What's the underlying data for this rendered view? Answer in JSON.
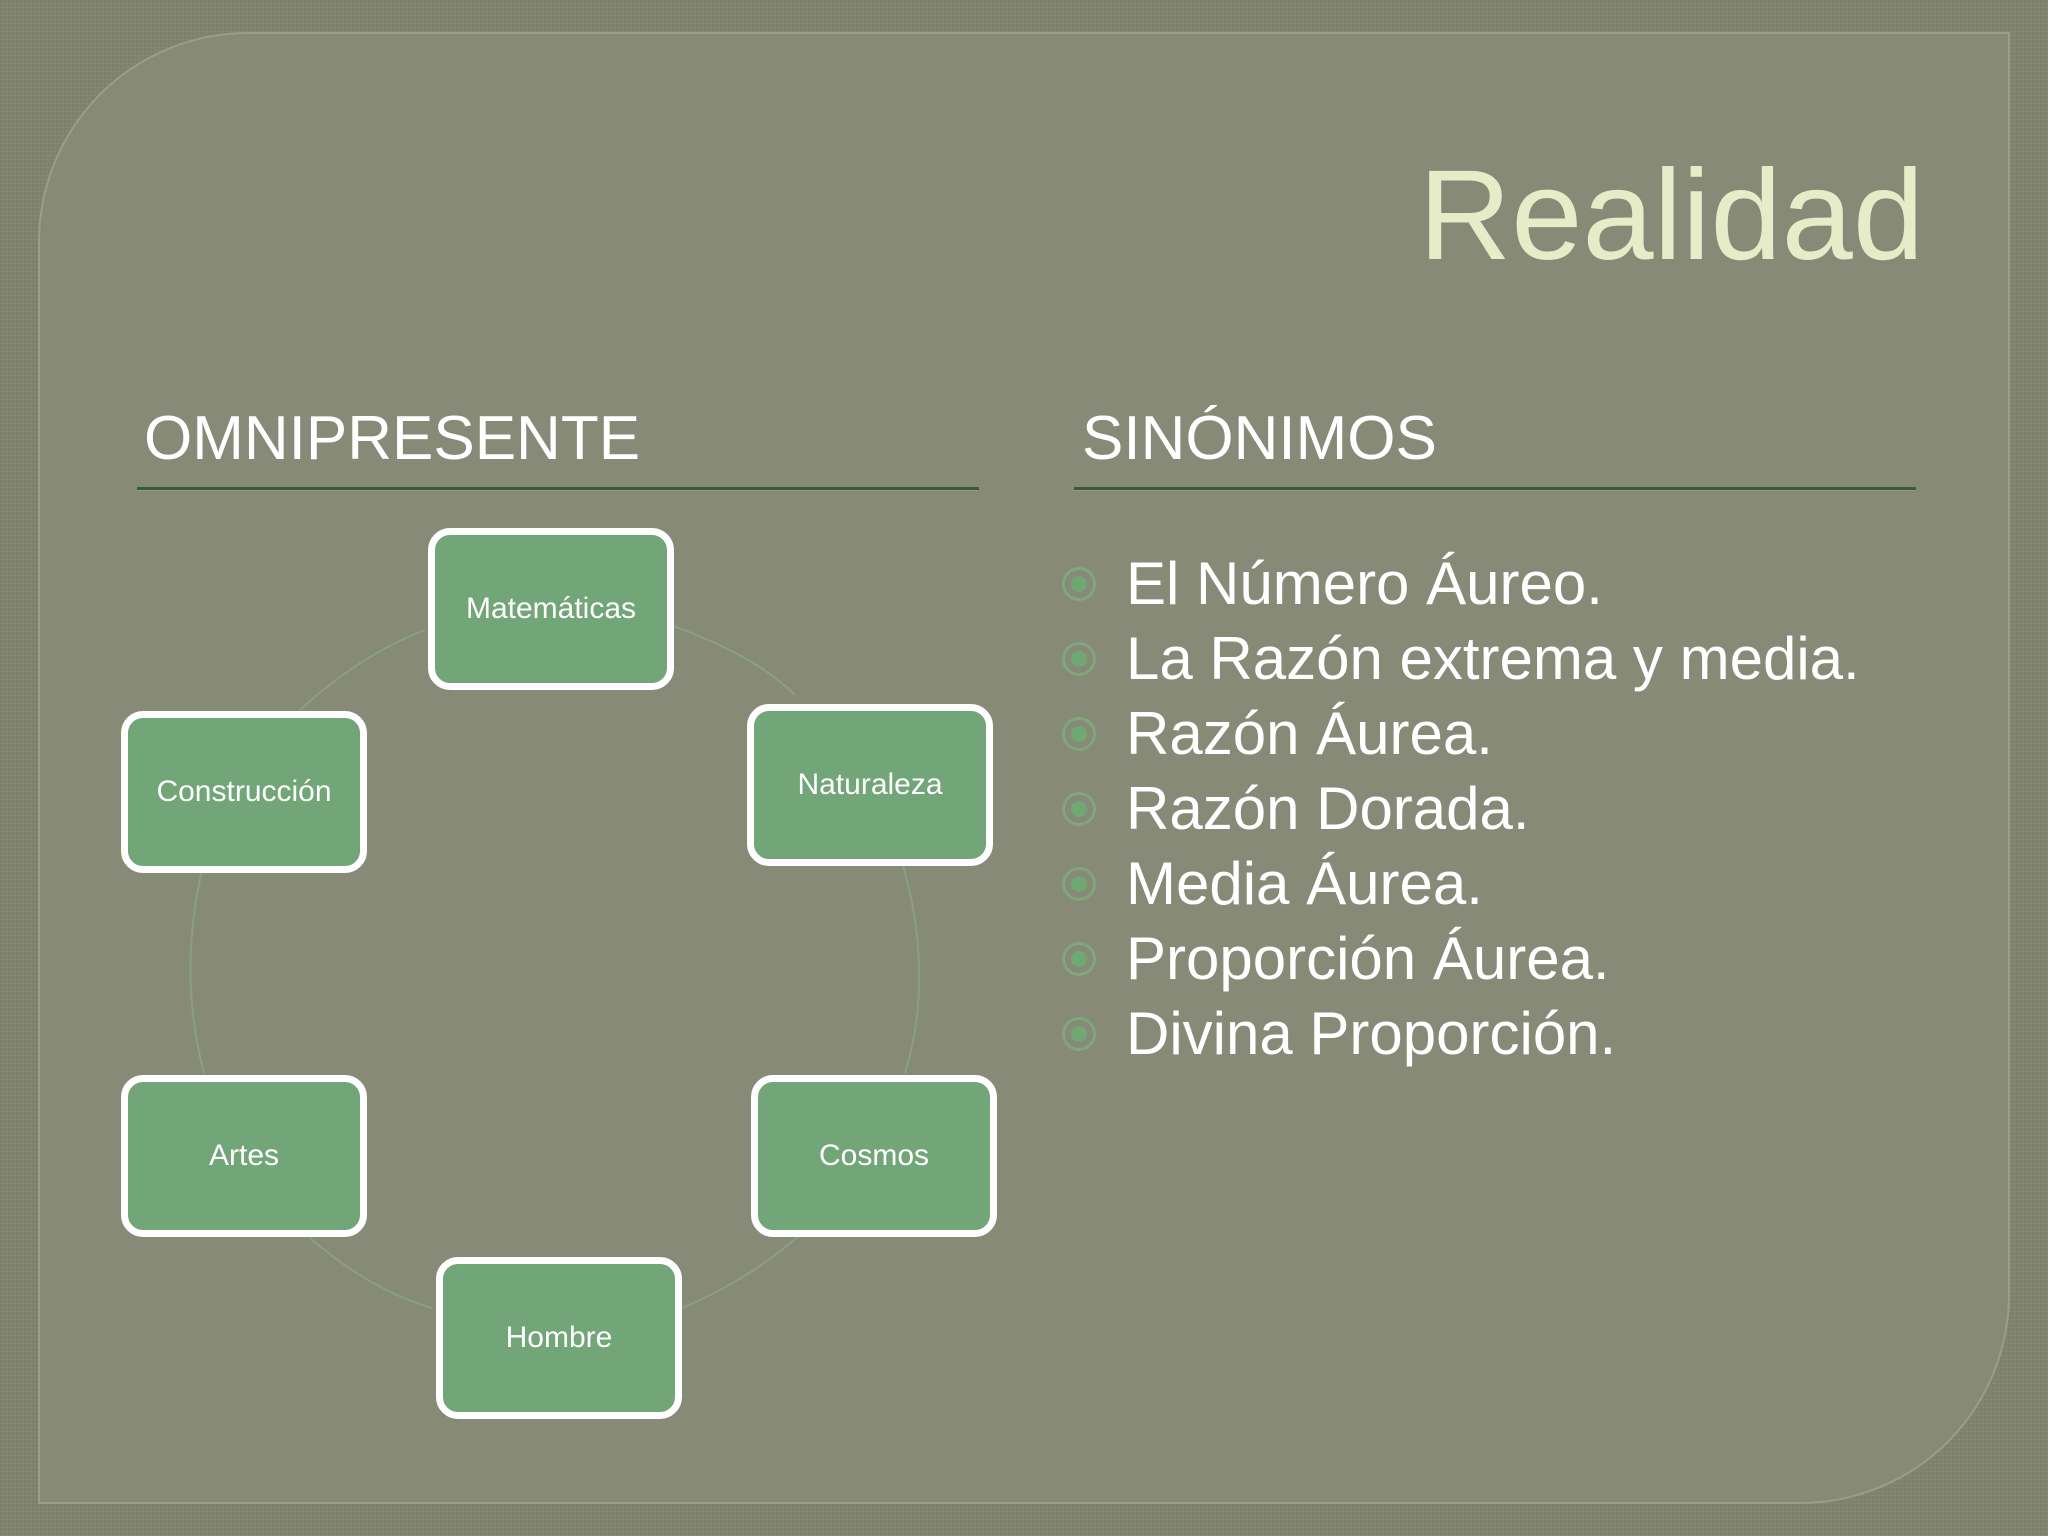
{
  "slide": {
    "title": "Realidad",
    "left_heading": "OMNIPRESENTE",
    "right_heading": "SINÓNIMOS"
  },
  "cycle": {
    "nodes": [
      "Matemáticas",
      "Naturaleza",
      "Cosmos",
      "Hombre",
      "Artes",
      "Construcción"
    ]
  },
  "synonyms": [
    "El Número Áureo.",
    "La Razón extrema y media.",
    "Razón Áurea.",
    "Razón Dorada.",
    "Media Áurea.",
    "Proporción Áurea.",
    "Divina Proporción."
  ],
  "colors": {
    "background": "#80846f",
    "title": "#e7ebc7",
    "node_fill": "#72a577",
    "node_border": "#ffffff",
    "rule": "#3b5a3a",
    "bullet": "#6fa873"
  },
  "icons": {
    "bullet": "circle-bullet-icon"
  }
}
